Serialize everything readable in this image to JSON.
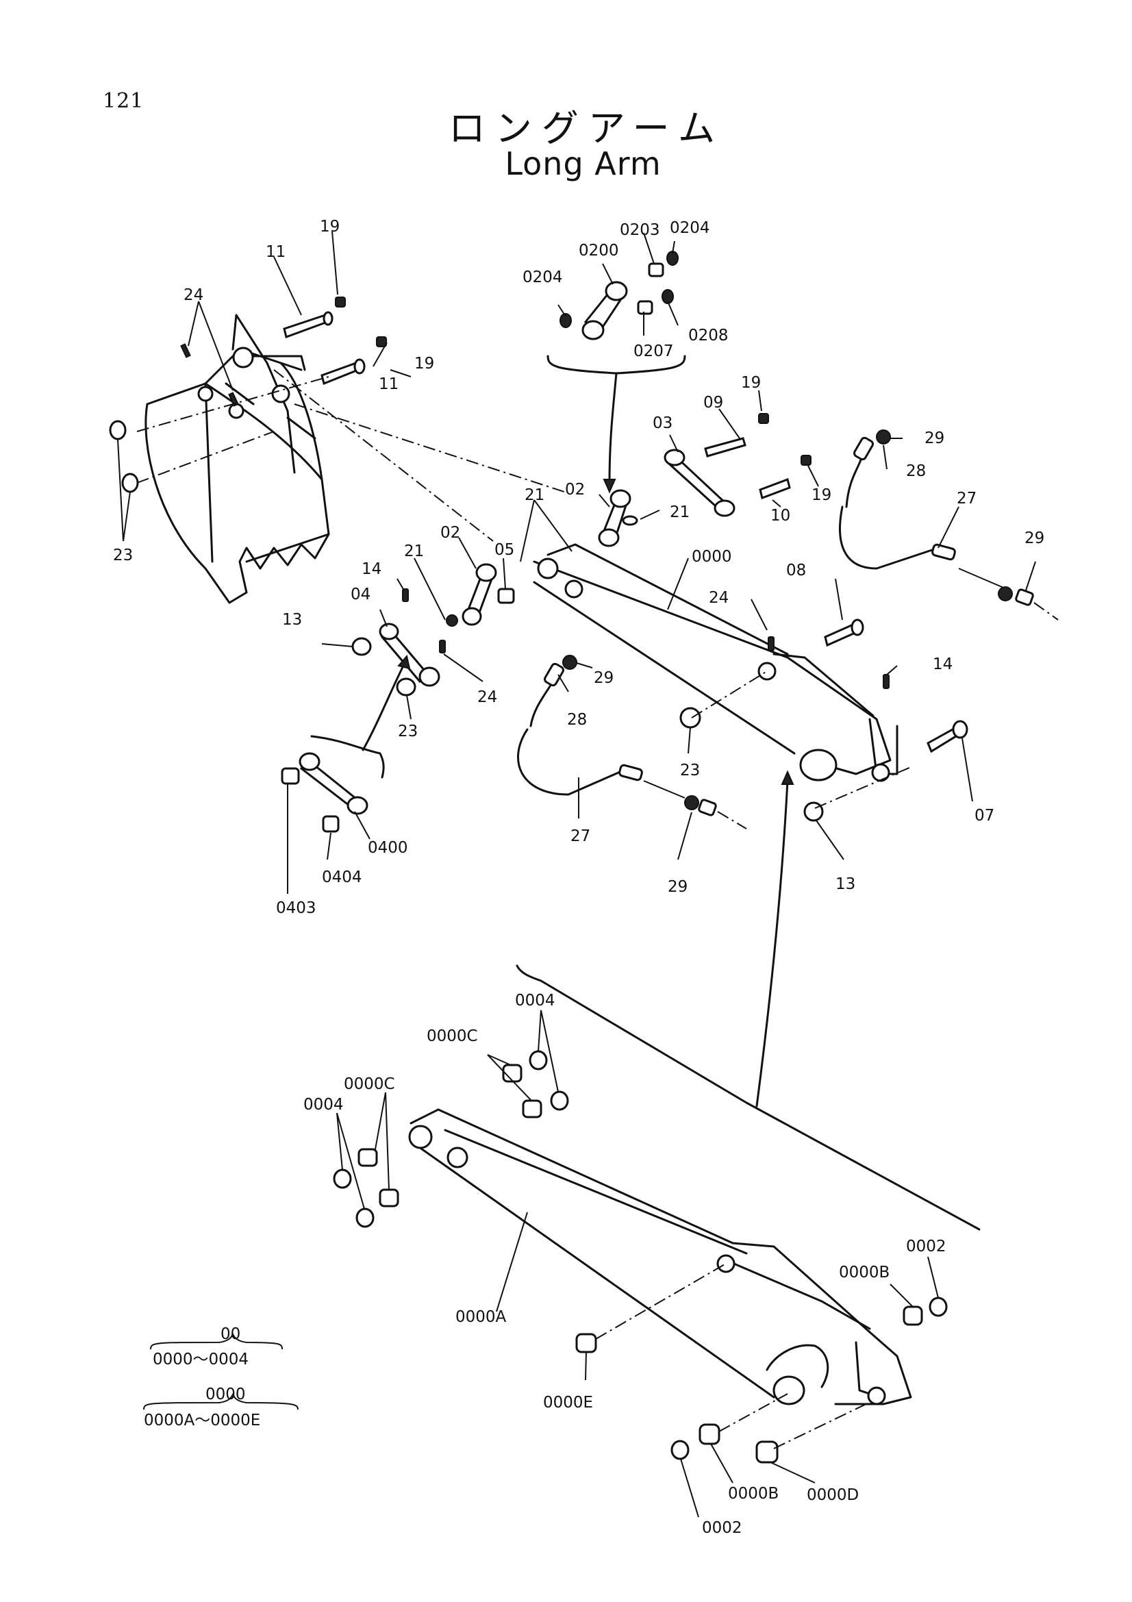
{
  "page": {
    "number": "121",
    "title_jp": "ロングアーム",
    "title_en": "Long Arm"
  },
  "callouts": {
    "c19a": "19",
    "c11a": "11",
    "c24a": "24",
    "c11b": "11",
    "c19b": "19",
    "c23a": "23",
    "c0203": "0203",
    "c0204a": "0204",
    "c0200": "0200",
    "c0204b": "0204",
    "c0207": "0207",
    "c0208": "0208",
    "c19c": "19",
    "c09": "09",
    "c03": "03",
    "c02a": "02",
    "c21a": "21",
    "c21b": "21",
    "c10": "10",
    "c19d": "19",
    "c29a": "29",
    "c28a": "28",
    "c27a": "27",
    "c29b": "29",
    "c02b": "02",
    "c21c": "21",
    "c05": "05",
    "c14a": "14",
    "c04": "04",
    "c13a": "13",
    "c24b": "24",
    "c23b": "23",
    "c0000": "0000",
    "c24c": "24",
    "c08": "08",
    "c14b": "14",
    "c29c": "29",
    "c28b": "28",
    "c23c": "23",
    "c07": "07",
    "c13b": "13",
    "c27b": "27",
    "c29d": "29",
    "c0400": "0400",
    "c0404": "0404",
    "c0403": "0403",
    "c0004a": "0004",
    "c0000Ca": "0000C",
    "c0000Cb": "0000C",
    "c0004b": "0004",
    "c0000A": "0000A",
    "c0002a": "0002",
    "c0000Ba": "0000B",
    "c0000E": "0000E",
    "c0002b": "0002",
    "c0000Bb": "0000B",
    "c0000D": "0000D"
  },
  "legend": {
    "group1_label": "00",
    "group1_range": "0000〜0004",
    "group2_label": "0000",
    "group2_range": "0000A〜0000E"
  }
}
